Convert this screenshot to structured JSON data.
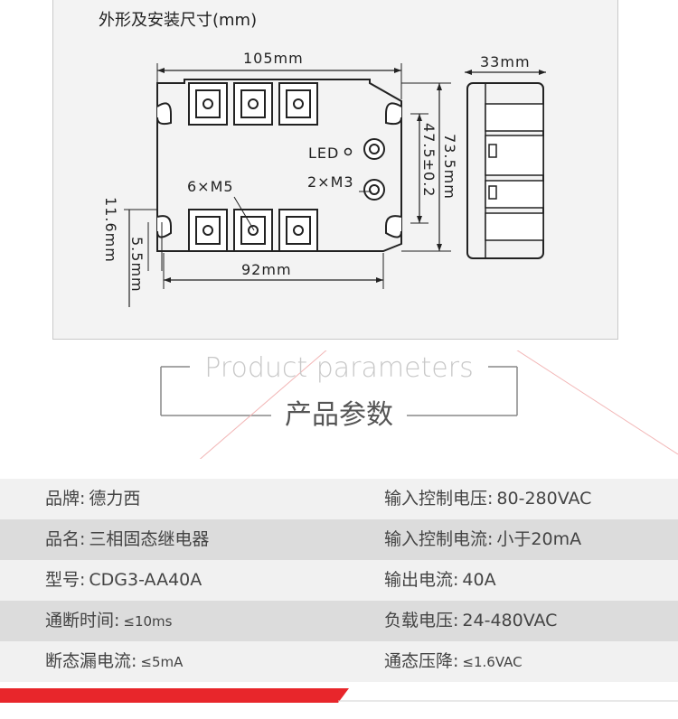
{
  "drawing": {
    "title": "外形及安装尺寸(mm)",
    "dim_width": "105mm",
    "dim_depth": "33mm",
    "dim_height": "73.5mm",
    "dim_mount_height": "47.5±0.2",
    "dim_mount_width": "92mm",
    "dim_side": "11.6mm",
    "dim_hole": "5.5mm",
    "label_led": "LED",
    "label_m5": "6×M5",
    "label_m3": "2×M3"
  },
  "section": {
    "title_en": "Product parameters",
    "title_cn": "产品参数"
  },
  "params": {
    "rows": [
      {
        "left_label": "品牌:",
        "left_value": "德力西",
        "right_label": "输入控制电压:",
        "right_value": "80-280VAC"
      },
      {
        "left_label": "品名:",
        "left_value": "三相固态继电器",
        "right_label": "输入控制电流:",
        "right_value": "小于20mA"
      },
      {
        "left_label": "型号:",
        "left_value": "CDG3-AA40A",
        "right_label": "输出电流:",
        "right_value": "40A"
      },
      {
        "left_label": "通断时间:",
        "left_value": "≤10ms",
        "right_label": "负载电压:",
        "right_value": "24-480VAC"
      },
      {
        "left_label": "断态漏电流:",
        "left_value": "≤5mA",
        "right_label": "通态压降:",
        "right_value": "≤1.6VAC"
      }
    ]
  },
  "colors": {
    "accent_red": "#e8262b",
    "row_light": "#f1f1f1",
    "row_dark": "#dcdcdc"
  }
}
